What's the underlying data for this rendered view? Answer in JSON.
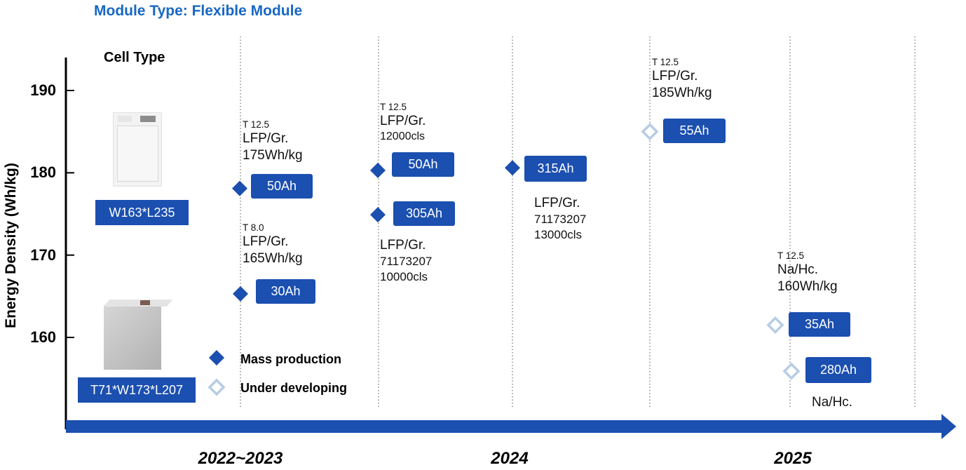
{
  "title": "Module Type: Flexible Module",
  "cell_type_heading": "Cell Type",
  "cells": [
    {
      "label": "W163*L235"
    },
    {
      "label": "T71*W173*L207"
    }
  ],
  "legend": {
    "mass_production": "Mass production",
    "under_developing": "Under developing"
  },
  "colors": {
    "accent": "#1b4fb0",
    "title": "#1868c4",
    "developing_marker": "#b8cce4"
  },
  "chart_data": {
    "type": "scatter",
    "title": "Module Type: Flexible Module",
    "xlabel": "",
    "ylabel": "Energy Density (Wh/kg)",
    "ylim": [
      150,
      195
    ],
    "yticks": [
      "190",
      "180",
      "170",
      "160"
    ],
    "x_categories": [
      "2022~2023",
      "2024",
      "2025"
    ],
    "grid": "vertical dotted lines",
    "legend_position": "bottom-left",
    "series": [
      {
        "name": "Mass production",
        "marker": "filled-diamond",
        "points": [
          {
            "x": "2022~2023",
            "y": 178.1,
            "capacity": "50Ah",
            "thickness": "T 12.5",
            "notes": [
              "LFP/Gr.",
              "175Wh/kg"
            ]
          },
          {
            "x": "2022~2023",
            "y": 165.3,
            "capacity": "30Ah",
            "thickness": "T 8.0",
            "notes": [
              "LFP/Gr.",
              "165Wh/kg"
            ]
          },
          {
            "x": "2024",
            "y": 180.3,
            "capacity": "50Ah",
            "thickness": "T 12.5",
            "notes": [
              "LFP/Gr.",
              "12000cls"
            ]
          },
          {
            "x": "2024",
            "y": 174.9,
            "capacity": "305Ah",
            "thickness": "",
            "notes": [
              "LFP/Gr.",
              "71173207",
              "10000cls"
            ]
          },
          {
            "x": "2024",
            "y": 180.6,
            "capacity": "315Ah",
            "thickness": "",
            "notes": [
              "LFP/Gr.",
              "71173207",
              "13000cls"
            ]
          }
        ]
      },
      {
        "name": "Under developing",
        "marker": "hollow-diamond",
        "points": [
          {
            "x": "2024",
            "y": 185.0,
            "capacity": "55Ah",
            "thickness": "T 12.5",
            "notes": [
              "LFP/Gr.",
              "185Wh/kg"
            ]
          },
          {
            "x": "2025",
            "y": 161.5,
            "capacity": "35Ah",
            "thickness": "T 12.5",
            "notes": [
              "Na/Hc.",
              "160Wh/kg"
            ]
          },
          {
            "x": "2025",
            "y": 155.9,
            "capacity": "280Ah",
            "thickness": "",
            "notes": [
              "Na/Hc."
            ]
          }
        ]
      }
    ]
  }
}
